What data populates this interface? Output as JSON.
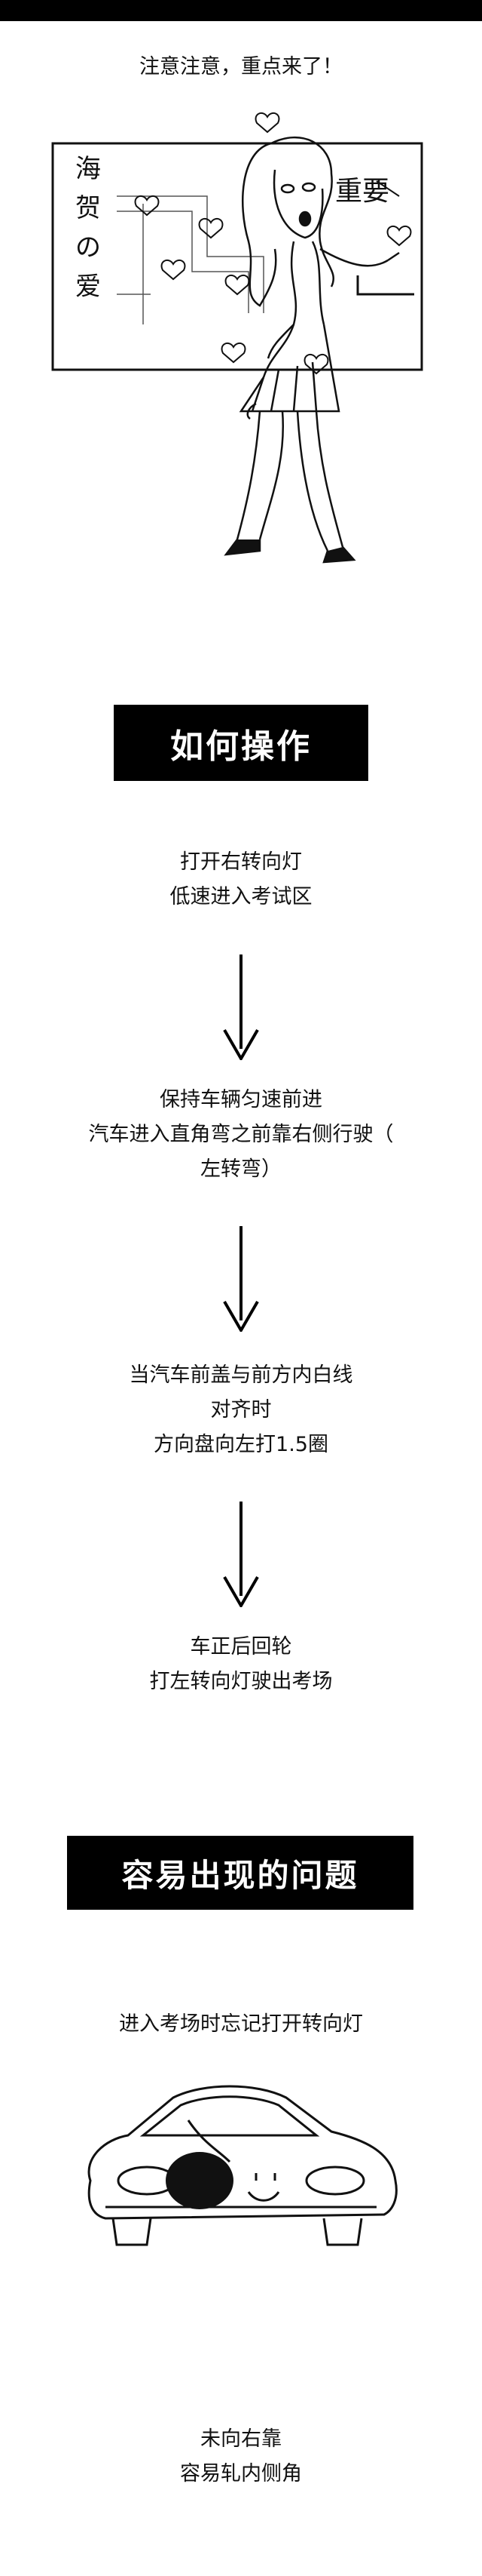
{
  "intro": {
    "text": "注意注意，重点来了！"
  },
  "illustration": {
    "board_text_left": "海贺の爱",
    "board_text_right": "重要"
  },
  "section1": {
    "title": "如何操作",
    "steps": [
      {
        "lines": [
          "打开右转向灯",
          "低速进入考试区"
        ]
      },
      {
        "lines": [
          "保持车辆匀速前进",
          "汽车进入直角弯之前靠右侧行驶（",
          "左转弯）"
        ]
      },
      {
        "lines": [
          "当汽车前盖与前方内白线",
          "对齐时",
          "方向盘向左打1.5圈"
        ]
      },
      {
        "lines": [
          "车正后回轮",
          "打左转向灯驶出考场"
        ]
      }
    ]
  },
  "section2": {
    "title": "容易出现的问题",
    "problem1": "进入考场时忘记打开转向灯",
    "problem2": [
      "未向右靠",
      "容易轧内侧角"
    ]
  },
  "colors": {
    "primary": "#000000",
    "background": "#ffffff"
  }
}
